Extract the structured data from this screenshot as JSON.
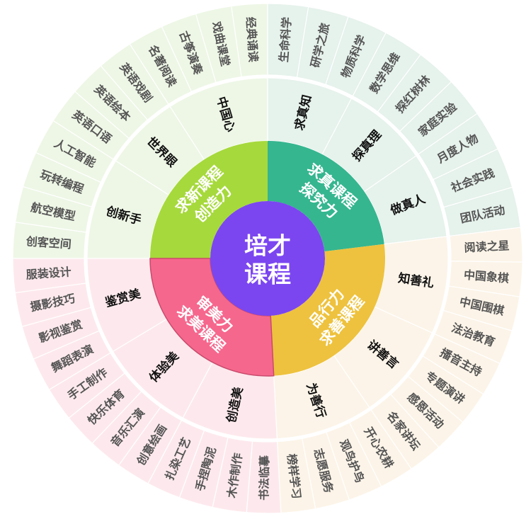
{
  "center": {
    "lines": [
      "培才",
      "课程"
    ],
    "color": "#7b46f0"
  },
  "groups": [
    {
      "lines": [
        "求新课程",
        "创造力"
      ],
      "color": "#a6d93c",
      "light": "#eef7e6",
      "categories": [
        {
          "label": "创新手",
          "items": [
            "创客空间",
            "航空模型",
            "玩转编程",
            "人工智能"
          ]
        },
        {
          "label": "世界眼",
          "items": [
            "英语口语",
            "英语绘本",
            "英语戏剧"
          ]
        },
        {
          "label": "中国心",
          "items": [
            "名著阅读",
            "古筝演奏",
            "戏曲课堂",
            "经典诵读"
          ]
        }
      ]
    },
    {
      "lines": [
        "求真课程",
        "探究力"
      ],
      "color": "#35b68f",
      "light": "#e6f2ec",
      "categories": [
        {
          "label": "求真知",
          "items": [
            "生命科学",
            "研学之旅",
            "物质科学"
          ]
        },
        {
          "label": "探真理",
          "items": [
            "数学思维",
            "探红树林",
            "家庭实验"
          ]
        },
        {
          "label": "做真人",
          "items": [
            "月度人物",
            "社会实践",
            "团队活动"
          ]
        }
      ]
    },
    {
      "lines": [
        "品行力",
        "求善课程"
      ],
      "color": "#eec23e",
      "light": "#fcf4e8",
      "categories": [
        {
          "label": "知善礼",
          "items": [
            "阅读之星",
            "中国象棋",
            "中国围棋",
            "法治教育"
          ]
        },
        {
          "label": "讲善言",
          "items": [
            "播音主持",
            "专题演讲",
            "感恩活动",
            "名家讲坛"
          ]
        },
        {
          "label": "为善行",
          "items": [
            "开心农耕",
            "观鸟护鸟",
            "志愿服务",
            "榜样学习"
          ]
        }
      ]
    },
    {
      "lines": [
        "审美力",
        "求美课程"
      ],
      "color": "#f6678d",
      "light": "#fde9ed",
      "categories": [
        {
          "label": "创造美",
          "items": [
            "书法临摹",
            "木作制作",
            "手捏陶泥",
            "扎染工艺"
          ]
        },
        {
          "label": "体验美",
          "items": [
            "创意绘画",
            "音乐汇演",
            "快乐体育",
            "手工制作"
          ]
        },
        {
          "label": "鉴赏美",
          "items": [
            "舞蹈表演",
            "影视鉴赏",
            "摄影技巧",
            "服装设计"
          ]
        }
      ]
    }
  ]
}
